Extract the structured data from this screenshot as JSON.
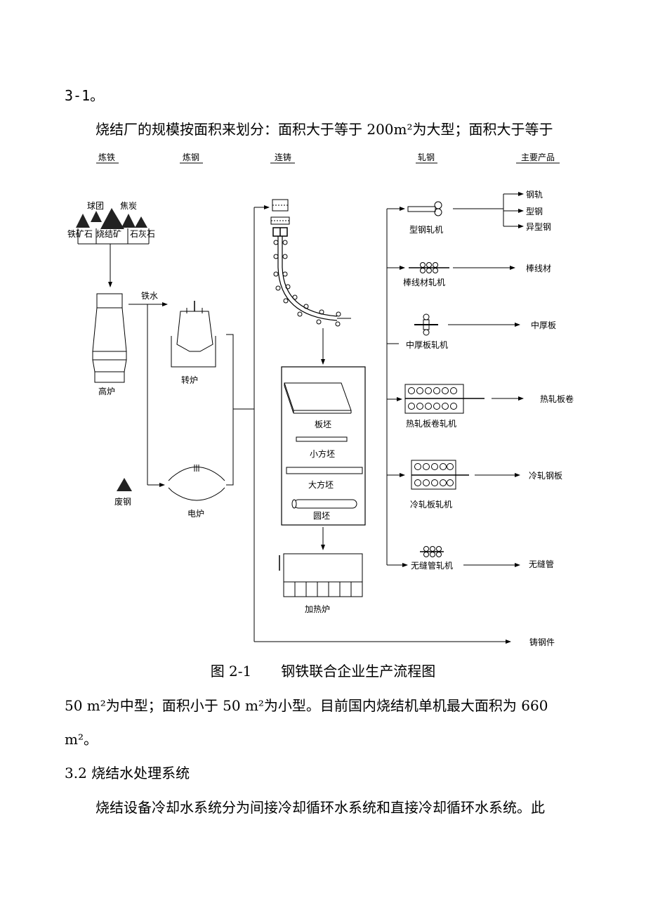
{
  "paragraphs": {
    "p1": "3-1。",
    "p2": "烧结厂的规模按面积来划分：面积大于等于 200m²为大型；面积大于等于",
    "p3": "50 m²为中型；面积小于 50 m²为小型。目前国内烧结机单机最大面积为 660",
    "p4": "m²。",
    "heading": "3.2 烧结水处理系统",
    "p5": "烧结设备冷却水系统分为间接冷却循环水系统和直接冷却循环水系统。此"
  },
  "figure": {
    "number": "图 2-1",
    "title": "钢铁联合企业生产流程图"
  },
  "diagram": {
    "headers": {
      "ironmaking": "炼铁",
      "steelmaking": "炼钢",
      "casting": "连铸",
      "rolling": "轧钢",
      "products": "主要产品"
    },
    "raw_materials": {
      "pellet": "球团",
      "coke": "焦炭",
      "iron_ore": "铁矿石",
      "sinter": "烧结矿",
      "limestone": "石灰石"
    },
    "blast_furnace": "高炉",
    "hot_metal": "铁水",
    "converter": "转炉",
    "scrap": "废钢",
    "electric_furnace": "电炉",
    "billets": {
      "slab": "板坯",
      "small_billet": "小方坯",
      "bloom": "大方坯",
      "round_billet": "圆坯"
    },
    "reheating_furnace": "加热炉",
    "mills": {
      "section_mill": "型钢轧机",
      "bar_wire_mill": "棒线材轧机",
      "plate_mill": "中厚板轧机",
      "hot_strip_mill": "热轧板卷轧机",
      "cold_mill": "冷轧板轧机",
      "seamless_tube_mill": "无缝管轧机"
    },
    "products": {
      "rail": "钢轨",
      "section_steel": "型钢",
      "special_section": "异型钢",
      "bar_wire": "棒线材",
      "medium_plate": "中厚板",
      "hot_coil": "热轧板卷",
      "cold_sheet": "冷轧钢板",
      "seamless_tube": "无缝管",
      "castings": "铸钢件"
    }
  }
}
